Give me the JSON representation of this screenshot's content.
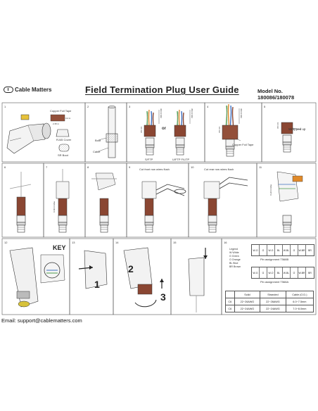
{
  "header": {
    "brand": "Cable Matters",
    "title": "Field Termination Plug User Guide",
    "model": "Model No. 180086/180078"
  },
  "footer": {
    "email": "Email: support@cablematters.com"
  },
  "steps": [
    {
      "n": "1",
      "labels": {
        "tape": "Copper Foil Tape",
        "cover": "RJ45 Cover",
        "boot": "SR Boot",
        "dim": "2.35 in",
        "dim2": "0.2 in"
      }
    },
    {
      "n": "2",
      "labels": {
        "boot": "Boot",
        "cable": "Cable"
      }
    },
    {
      "n": "3",
      "labels": {
        "or": "or",
        "sftp": "S/FTP",
        "uftp": "U/FTP F/UTP",
        "d1": "30mm Min",
        "d2": "10 mm",
        "d3": "35mm Min"
      }
    },
    {
      "n": "4",
      "labels": {
        "tape": "Copper Foil Tape",
        "d1": "30mm Min",
        "d2": "10 mm"
      }
    },
    {
      "n": "5",
      "labels": {
        "wrapped": "Wrapped up",
        "d1": "10 mm"
      }
    },
    {
      "n": "6"
    },
    {
      "n": "7",
      "labels": {
        "max": "0-8mm Max"
      }
    },
    {
      "n": "8"
    },
    {
      "n": "9",
      "labels": {
        "cut": "Cut front row wires flush"
      }
    },
    {
      "n": "10",
      "labels": {
        "cut": "Cut rear row wires flush"
      }
    },
    {
      "n": "11",
      "labels": {
        "max": "0.2mm Max"
      }
    },
    {
      "n": "12",
      "labels": {
        "key": "KEY"
      }
    },
    {
      "n": "13",
      "labels": {
        "arrow": "1"
      }
    },
    {
      "n": "14",
      "labels": {
        "a2": "2",
        "a3": "3"
      }
    },
    {
      "n": "15"
    },
    {
      "n": "16"
    }
  ],
  "pinout": {
    "legend_title": "Legend",
    "legend": [
      "W   White",
      "G   Green",
      "O   Orange",
      "BL  Blue",
      "BR  Brown"
    ],
    "t568b_cells": [
      "W-O",
      "O",
      "W-G",
      "BL",
      "W-BL",
      "G",
      "W-BR",
      "BR"
    ],
    "t568b_label": "Pin assignment T568B",
    "t568a_cells": [
      "W-G",
      "G",
      "W-O",
      "BL",
      "W-BL",
      "O",
      "W-BR",
      "BR"
    ],
    "t568a_label": "Pin assignment T568A"
  },
  "spec_table": {
    "headers": [
      "",
      "Solid",
      "Stranded",
      "Cable (O.D.)"
    ],
    "rows": [
      [
        "C6",
        "22~26AWG",
        "22~26AWG",
        "6.0~7.5mm"
      ],
      [
        "C6",
        "22~24AWG",
        "22~24AWG",
        "7.0~8.0mm"
      ]
    ]
  },
  "colors": {
    "panel_border": "#555555",
    "cable_brown": "#8a4632",
    "tape_brown": "#93503a",
    "wire_green": "#4a9a4a",
    "wire_orange": "#e08a2a",
    "wire_blue": "#3d6fc0"
  }
}
